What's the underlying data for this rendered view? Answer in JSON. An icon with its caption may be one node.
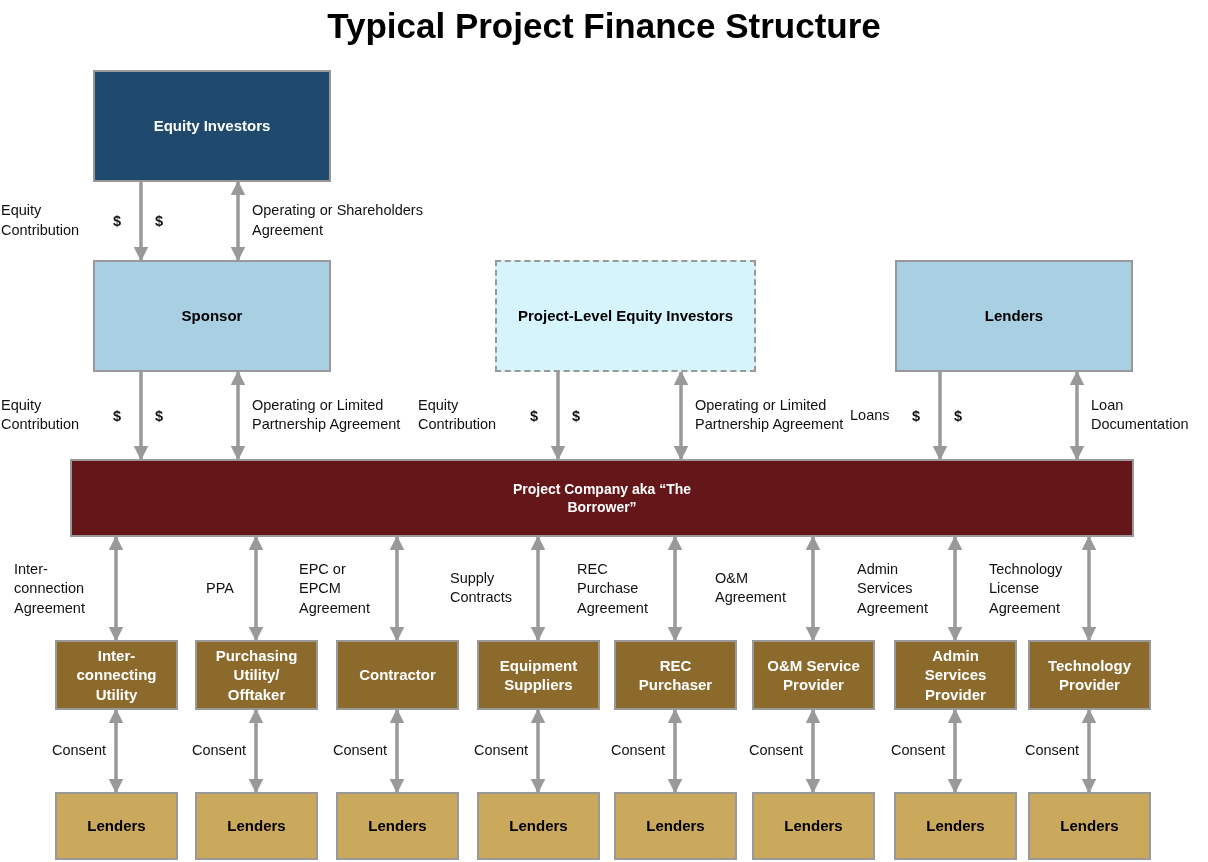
{
  "diagram": {
    "title": "Typical Project Finance Structure",
    "nodes": [
      {
        "text": [
          "Equity Investors"
        ]
      },
      {
        "text": [
          "Sponsor"
        ]
      },
      {
        "text": [
          "Project-Level Equity Investors"
        ]
      },
      {
        "text": [
          "Lenders"
        ]
      },
      {
        "text": [
          "Project Company aka “The Borrower”"
        ]
      },
      {
        "text": [
          "Inter-connecting Utility"
        ]
      },
      {
        "text": [
          "Purchasing Utility/ Offtaker"
        ]
      },
      {
        "text": [
          "Contractor"
        ]
      },
      {
        "text": [
          "Equipment Suppliers"
        ]
      },
      {
        "text": [
          "REC Purchaser"
        ]
      },
      {
        "text": [
          "O&M Service Provider"
        ]
      },
      {
        "text": [
          "Admin Services Provider"
        ]
      },
      {
        "text": [
          "Technology Provider"
        ]
      },
      {
        "text": [
          "Lenders"
        ]
      },
      {
        "text": [
          "Lenders"
        ]
      },
      {
        "text": [
          "Lenders"
        ]
      },
      {
        "text": [
          "Lenders"
        ]
      },
      {
        "text": [
          "Lenders"
        ]
      },
      {
        "text": [
          "Lenders"
        ]
      },
      {
        "text": [
          "Lenders"
        ]
      },
      {
        "text": [
          "Lenders"
        ]
      }
    ],
    "edges": [
      {
        "from": 0,
        "to": 1,
        "arrow": "to",
        "label": "Equity Contribution"
      },
      {
        "from": 1,
        "to": 0,
        "arrow": "both",
        "label": "Operating or Shareholders Agreement"
      },
      {
        "from": 1,
        "to": 4,
        "arrow": "to",
        "label": "Equity Contribution"
      },
      {
        "from": 4,
        "to": 1,
        "arrow": "both",
        "label": "Operating or Limited Partnership Agreement"
      },
      {
        "from": 2,
        "to": 4,
        "arrow": "to",
        "label": "Equity Contribution"
      },
      {
        "from": 4,
        "to": 2,
        "arrow": "both",
        "label": "Operating or Limited Partnership Agreement"
      },
      {
        "from": 3,
        "to": 4,
        "arrow": "to",
        "label": "Loans"
      },
      {
        "from": 4,
        "to": 3,
        "arrow": "both",
        "label": "Loan Documentation"
      },
      {
        "from": 4,
        "to": 5,
        "arrow": "both",
        "label": "Inter-connection Agreement"
      },
      {
        "from": 4,
        "to": 6,
        "arrow": "both",
        "label": "PPA"
      },
      {
        "from": 4,
        "to": 7,
        "arrow": "both",
        "label": "EPC or EPCM Agreement"
      },
      {
        "from": 4,
        "to": 8,
        "arrow": "both",
        "label": "Supply Contracts"
      },
      {
        "from": 4,
        "to": 9,
        "arrow": "both",
        "label": "REC Purchase Agreement"
      },
      {
        "from": 4,
        "to": 10,
        "arrow": "both",
        "label": "O&M Agreement"
      },
      {
        "from": 4,
        "to": 11,
        "arrow": "both",
        "label": "Admin Services Agreement"
      },
      {
        "from": 4,
        "to": 12,
        "arrow": "both",
        "label": "Technology License Agreement"
      },
      {
        "from": 5,
        "to": 13,
        "arrow": "both",
        "label": "Consent"
      },
      {
        "from": 6,
        "to": 14,
        "arrow": "both",
        "label": "Consent"
      },
      {
        "from": 7,
        "to": 15,
        "arrow": "both",
        "label": "Consent"
      },
      {
        "from": 8,
        "to": 16,
        "arrow": "both",
        "label": "Consent"
      },
      {
        "from": 9,
        "to": 17,
        "arrow": "both",
        "label": "Consent"
      },
      {
        "from": 10,
        "to": 18,
        "arrow": "both",
        "label": "Consent"
      },
      {
        "from": 11,
        "to": 19,
        "arrow": "both",
        "label": "Consent"
      },
      {
        "from": 12,
        "to": 20,
        "arrow": "both",
        "label": "Consent"
      }
    ],
    "labels": [
      "$",
      "$",
      "$",
      "$",
      "$",
      "$",
      "$",
      "$"
    ]
  }
}
